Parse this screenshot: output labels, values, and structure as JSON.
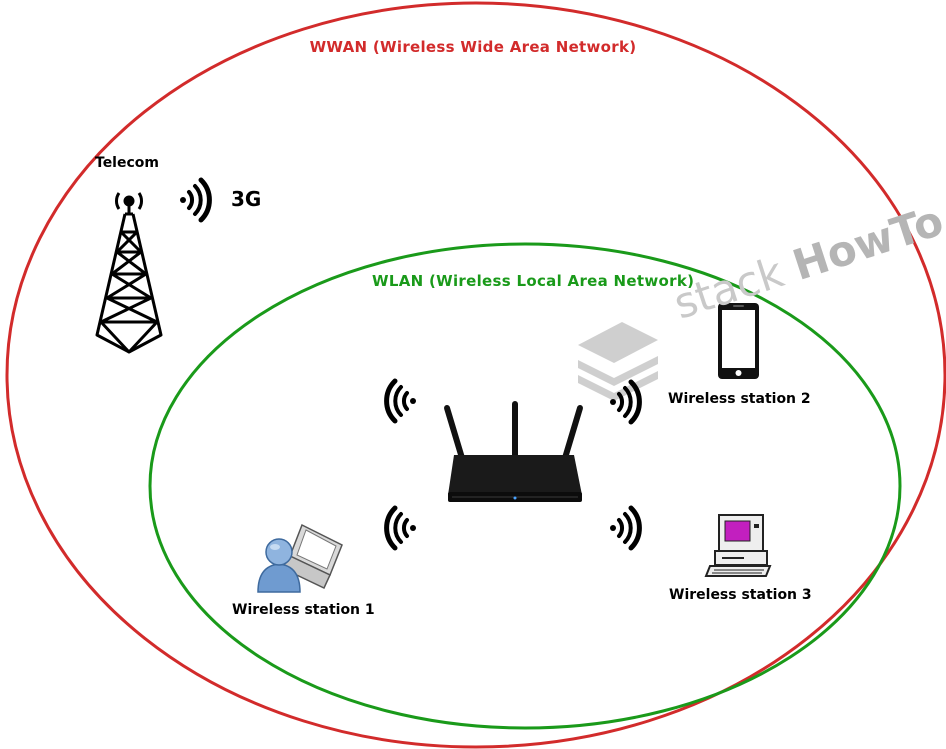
{
  "diagram": {
    "wwan": {
      "label": "WWAN (Wireless Wide Area Network)",
      "color": "#d22b2b"
    },
    "wlan": {
      "label": "WLAN (Wireless Local Area Network)",
      "color": "#1a9a1a"
    },
    "telecom": {
      "label": "Telecom"
    },
    "cellular": {
      "label": "3G"
    },
    "stations": [
      {
        "label": "Wireless station 1",
        "icon": "laptop-user-icon"
      },
      {
        "label": "Wireless station 2",
        "icon": "smartphone-icon"
      },
      {
        "label": "Wireless station 3",
        "icon": "desktop-computer-icon"
      }
    ],
    "router": {
      "icon": "wireless-router-icon"
    },
    "watermark": {
      "part1": "stack",
      "part2": "HowTo"
    }
  }
}
